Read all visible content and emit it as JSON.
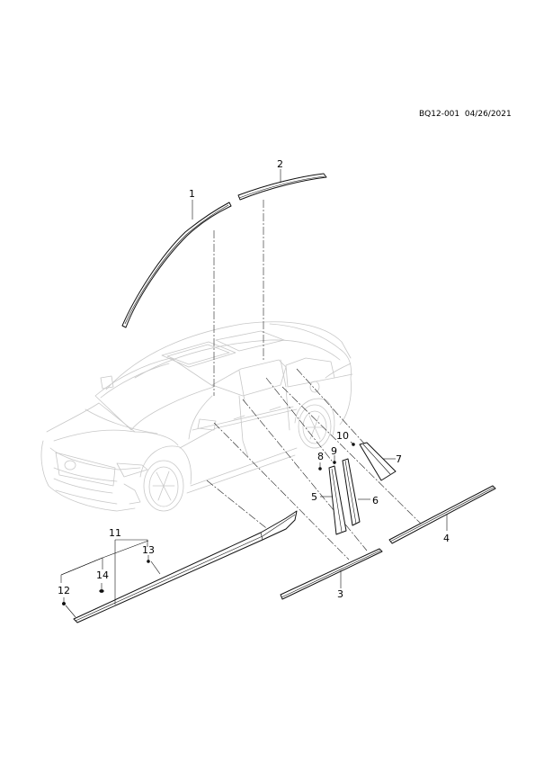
{
  "header": {
    "code": "BQ12-001  04/26/2021"
  },
  "callouts": {
    "c1": "1",
    "c2": "2",
    "c3": "3",
    "c4": "4",
    "c5": "5",
    "c6": "6",
    "c7": "7",
    "c8": "8",
    "c9": "9",
    "c10": "10",
    "c11": "11",
    "c12": "12",
    "c13": "13",
    "c14": "14"
  }
}
